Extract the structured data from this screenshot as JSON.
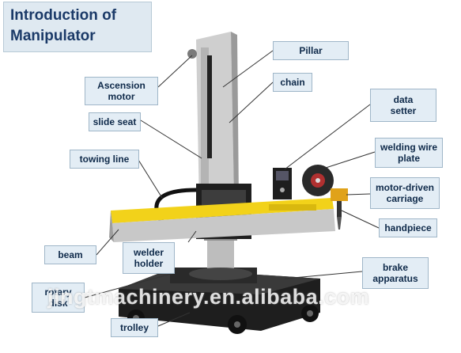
{
  "title": {
    "line1": "Introduction of",
    "line2": "Manipulator"
  },
  "labels": {
    "pillar": "Pillar",
    "chain": "chain",
    "data_setter": "data\nsetter",
    "ascension_motor": "Ascension\nmotor",
    "slide_seat": "slide seat",
    "towing_line": "towing line",
    "welding_wire_plate": "welding wire\nplate",
    "motor_driven_carriage": "motor-driven\ncarriage",
    "handpiece": "handpiece",
    "beam": "beam",
    "welder_holder": "welder\nholder",
    "brake_apparatus": "brake\napparatus",
    "rotary_disk": "rotary\ndisk",
    "trolley": "trolley"
  },
  "watermark": "jingtmachinery.en.alibaba.com",
  "colors": {
    "label_bg": "#e3edf5",
    "label_border": "#9fb6c8",
    "title_text": "#1b3a68",
    "leader_line": "#333333",
    "beam_yellow": "#f2d21a",
    "machine_gray": "#c9c9c9",
    "machine_dark": "#1c1c1c"
  }
}
